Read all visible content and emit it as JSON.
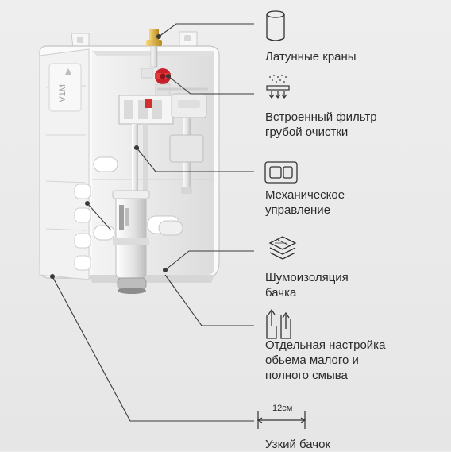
{
  "features": [
    {
      "icon": "cylinder-icon",
      "label": "Латунные краны"
    },
    {
      "icon": "filter-mesh-icon",
      "label": "Встроенный фильтр\nгрубой очистки"
    },
    {
      "icon": "flush-button-icon",
      "label": "Механическое\nуправление"
    },
    {
      "icon": "insulation-layers-icon",
      "label": "Шумоизоляция\nбачка"
    },
    {
      "icon": "adjust-volume-icon",
      "label": "Отдельная настройка\nобьема малого и\nполного смыва"
    },
    {
      "icon": "width-dimension-icon",
      "label": "Узкий бачок"
    }
  ],
  "dimension_label": "12см",
  "tank_emboss": "V1M"
}
